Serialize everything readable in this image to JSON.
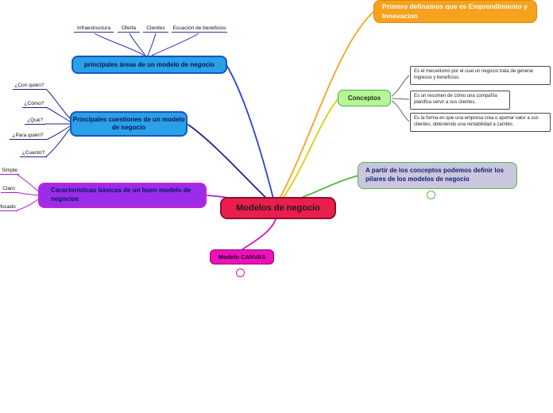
{
  "central": {
    "label": "Modelos de negocio"
  },
  "branches": {
    "emprendimiento": {
      "label": "Primero definamos que es Emprendimiento y Innovacion"
    },
    "conceptos": {
      "label": "Conceptos",
      "definitions": [
        "Es el mecanismo por el cual un negocio trata de generar ingresos y beneficios.",
        "Es un resumen de cómo una compañía planifica servir a sus clientes.",
        "Es la forma en que una empresa crea o aportar valor a sus clientes, obteniendo una rentabilidad a cambio."
      ]
    },
    "pilares": {
      "label": "A partir de los conceptos podemos definir los pilares de los modelos de negocio"
    },
    "areas": {
      "label": "principales áreas de un modelo de negocio",
      "children": [
        "Infraestructura",
        "Oferta",
        "Clientes",
        "Ecuación de beneficios"
      ]
    },
    "cuestiones": {
      "label": "Principales cuestiones de un modelo de negocio",
      "children": [
        "¿Con quién?",
        "¿Cómo?",
        "¿Qué?",
        "¿Para quién?",
        "¿Cuanto?"
      ]
    },
    "caracteristicas": {
      "label": "Características básicas de un buen modelo de negocios",
      "children": [
        "Simple",
        "Claro",
        "focado"
      ]
    },
    "canvas": {
      "label": "Modelo CANVAS"
    }
  },
  "colors": {
    "central_fill": "#ea1e4e",
    "emprendimiento_fill": "#f7a11c",
    "conceptos_fill": "#b8f598",
    "pilares_fill": "#c9c6dd",
    "blue_node_fill": "#2aa0e8",
    "caracteristicas_fill": "#9a2ee8",
    "canvas_fill": "#ee10bc",
    "edge_orange": "#f7a11c",
    "edge_yellow": "#d6d200",
    "edge_green": "#52b43c",
    "edge_blue": "#2c3ed8",
    "edge_navy": "#1b2290",
    "edge_purple": "#a51fd8",
    "edge_magenta": "#e012c2"
  }
}
